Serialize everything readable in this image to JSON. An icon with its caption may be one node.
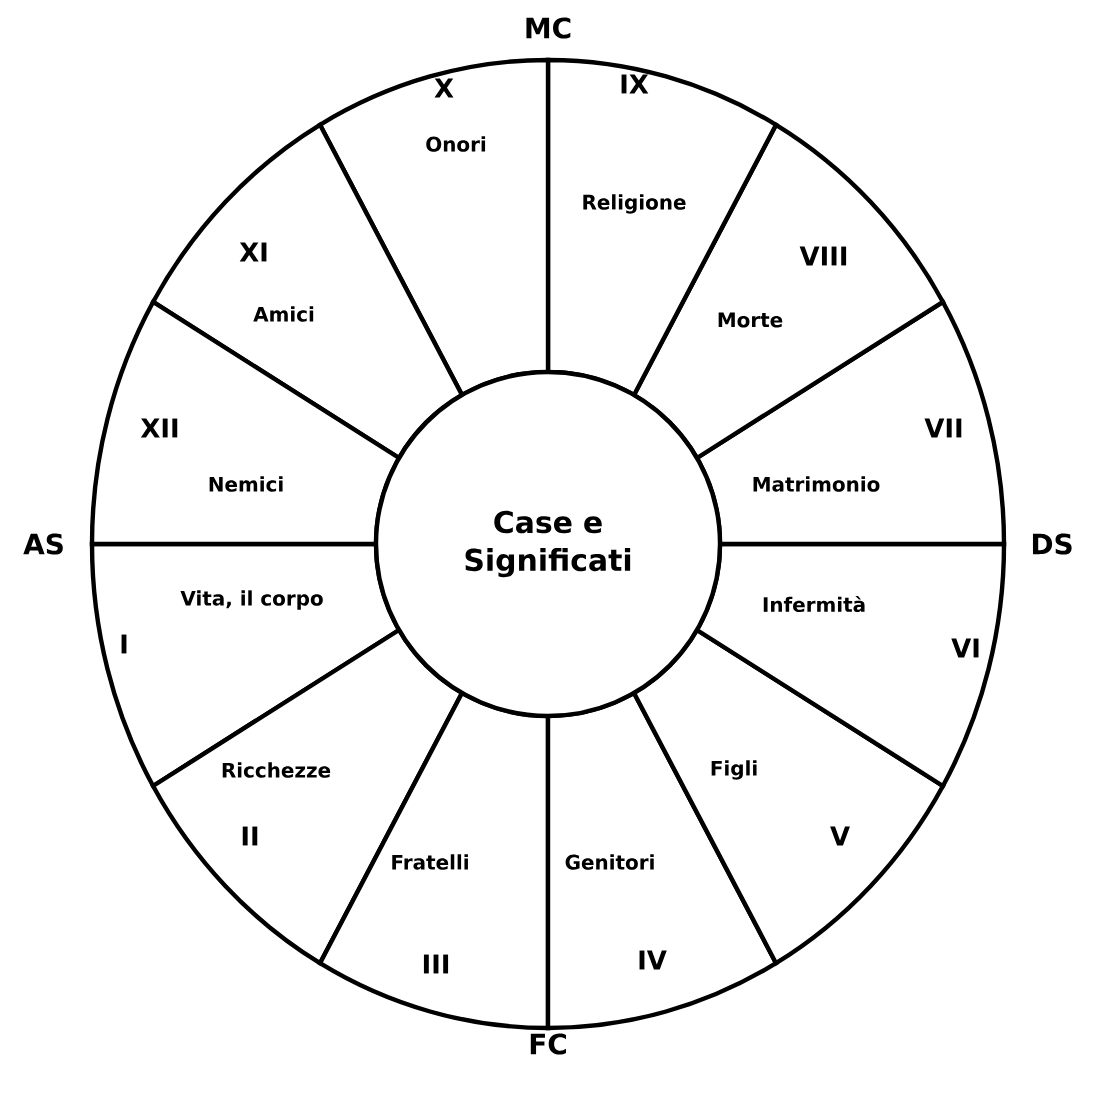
{
  "diagram": {
    "nodes": [
      {
        "text": [
          "Case e Significati"
        ]
      },
      {
        "text": [
          "Vita, il corpo",
          "I"
        ]
      },
      {
        "text": [
          "Ricchezze",
          "II"
        ]
      },
      {
        "text": [
          "Fratelli",
          "III"
        ]
      },
      {
        "text": [
          "Genitori",
          "IV"
        ]
      },
      {
        "text": [
          "Figli",
          "V"
        ]
      },
      {
        "text": [
          "Infermità",
          "VI"
        ]
      },
      {
        "text": [
          "VII",
          "Matrimonio"
        ]
      },
      {
        "text": [
          "VIII",
          "Morte"
        ]
      },
      {
        "text": [
          "IX",
          "Religione"
        ]
      },
      {
        "text": [
          "X",
          "Onori"
        ]
      },
      {
        "text": [
          "XI",
          "Amici"
        ]
      },
      {
        "text": [
          "XII",
          "Nemici"
        ]
      }
    ],
    "labels": [
      "MC",
      "AS",
      "DS",
      "FC"
    ]
  }
}
